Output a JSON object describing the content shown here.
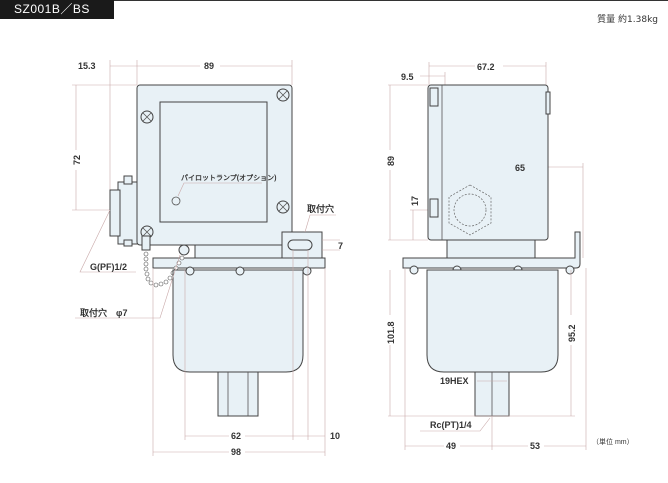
{
  "header": {
    "model": "SZ001B／BS",
    "weight": "質量 約1.38kg"
  },
  "front_view": {
    "dim_left_offset": "15.3",
    "dim_width": "89",
    "dim_height": "72",
    "pilot_lamp": "パイロットランプ(オプション)",
    "mount_hole": "取付穴",
    "slot_dim": "7",
    "conduit": "G(PF)1/2",
    "mount_hole_dia": "取付穴　φ7",
    "dim_bottom_inner": "62",
    "dim_bottom_edge": "10",
    "dim_bottom_total": "98"
  },
  "side_view": {
    "dim_depth": "67.2",
    "dim_flange": "9.5",
    "dim_height": "89",
    "dim_17": "17",
    "dim_65": "65",
    "dim_101_8": "101.8",
    "dim_95_2": "95.2",
    "hex": "19HEX",
    "port": "Rc(PT)1/4",
    "dim_49": "49",
    "dim_53": "53",
    "unit": "（単位 mm）"
  }
}
